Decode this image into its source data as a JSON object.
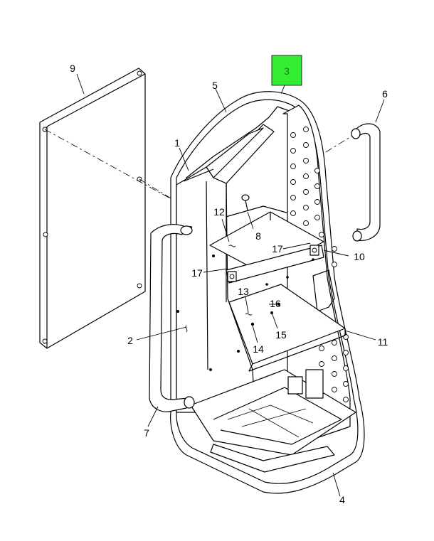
{
  "highlight_color": "#33ee33",
  "callouts": {
    "c1": "1",
    "c2": "2",
    "c3": "3",
    "c4": "4",
    "c5": "5",
    "c6": "6",
    "c7": "7",
    "c8": "8",
    "c9": "9",
    "c10": "10",
    "c11": "11",
    "c12": "12",
    "c13": "13",
    "c14": "14",
    "c15": "15",
    "c16": "16",
    "c17a": "17",
    "c17b": "17"
  }
}
